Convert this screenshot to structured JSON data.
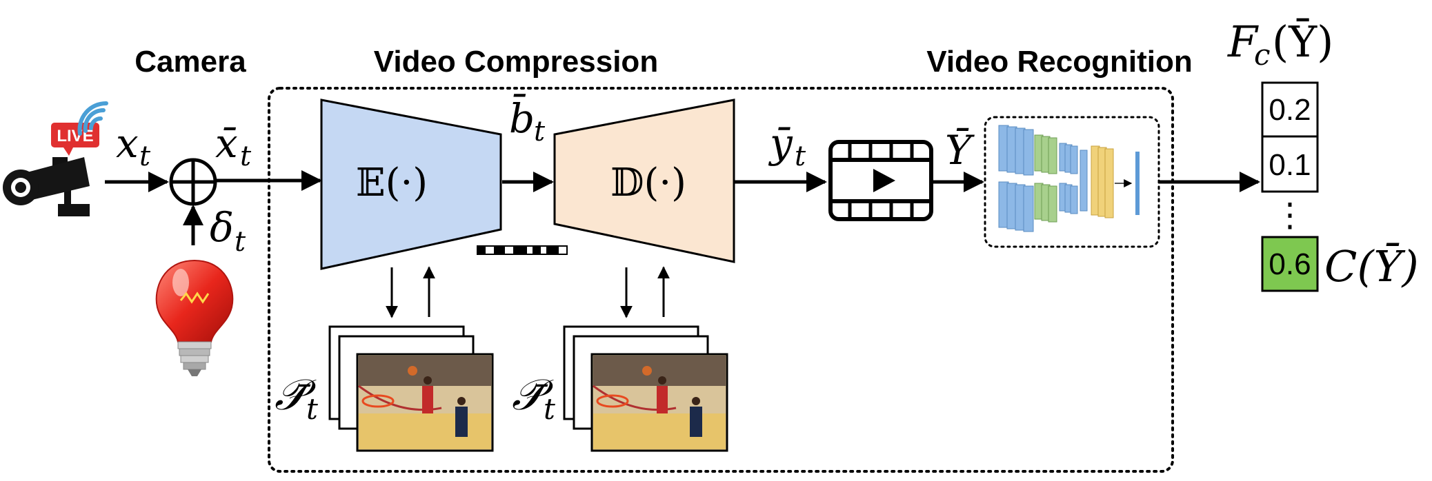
{
  "sections": {
    "camera": "Camera",
    "compression": "Video Compression",
    "recognition": "Video Recognition"
  },
  "badges": {
    "live": "LIVE"
  },
  "symbols": {
    "x": "x",
    "x_sub": "t",
    "xbar": "x̄",
    "xbar_sub": "t",
    "delta": "δ",
    "delta_sub": "t",
    "b": "b̄",
    "b_sub": "t",
    "y": "ȳ",
    "y_sub": "t",
    "Y": "Ȳ",
    "P1": "𝒫̄",
    "P1_sub": "t",
    "P2": "𝒫̄",
    "P2_sub": "t",
    "encoder": "𝔼(·)",
    "decoder": "𝔻(·)",
    "Fc": "F",
    "Fc_sub": "c",
    "Fc_arg": "(Ȳ)",
    "C": "C(Ȳ)"
  },
  "output_vector": {
    "cells": [
      "0.2",
      "0.1"
    ],
    "ellipsis": "⋮",
    "highlight": "0.6",
    "highlight_color": "#7ec850"
  },
  "colors": {
    "encoder_fill": "#c5d8f3",
    "decoder_fill": "#fbe6d1",
    "bulb": "#e8261c"
  },
  "icons": [
    "camera-icon",
    "live-badge-icon",
    "wifi-icon",
    "plus-circle-icon",
    "lightbulb-icon",
    "video-play-icon",
    "network-icon",
    "frames-thumbnail-icon",
    "bitstream-icon"
  ]
}
